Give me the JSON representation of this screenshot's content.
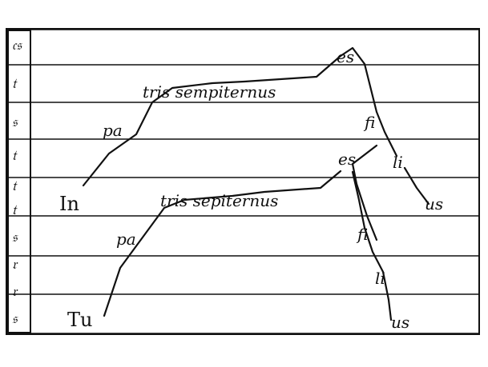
{
  "clef_column": {
    "symbols": [
      "𝔠𝔰",
      "𝔱",
      "𝔰",
      "𝔱",
      "𝔱",
      "𝔱",
      "𝔰",
      "𝔯",
      "𝔯",
      "𝔰"
    ]
  },
  "upper_phrase": {
    "syllable_1": "In",
    "syllable_2": "pa",
    "syllable_3": "tris sempiternus",
    "syllable_4": "es",
    "syllable_5": "fi",
    "syllable_6": "li",
    "syllable_7": "us"
  },
  "lower_phrase": {
    "syllable_1": "Tu",
    "syllable_2": "pa",
    "syllable_3": "tris sepiternus",
    "syllable_4": "es",
    "syllable_5": "fi",
    "syllable_6": "li",
    "syllable_7": "us"
  }
}
